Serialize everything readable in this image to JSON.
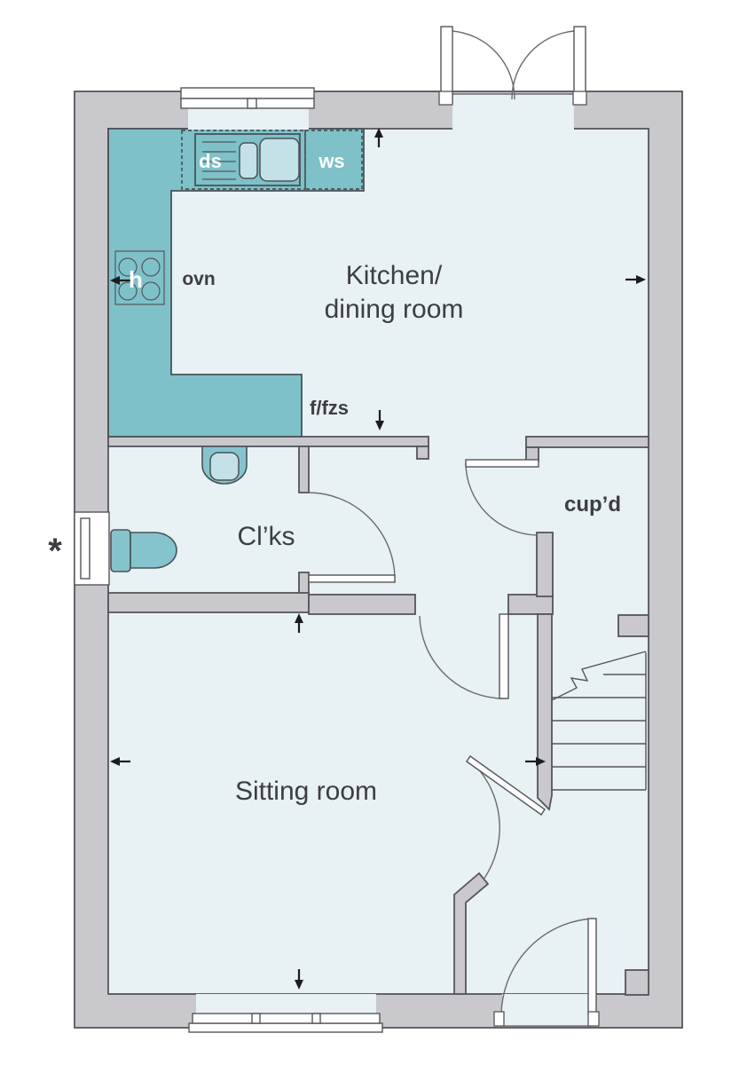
{
  "floorplan": {
    "rooms": {
      "kitchen_dining": {
        "line1": "Kitchen/",
        "line2": "dining room"
      },
      "sitting_room": {
        "label": "Sitting room"
      },
      "cloakroom": {
        "label": "Cl’ks"
      },
      "cupboard": {
        "label": "cup’d"
      }
    },
    "fixture_labels": {
      "drainer_sink": "ds",
      "worktop_space": "ws",
      "oven": "ovn",
      "hob": "h",
      "fridge_freezer_space": "f/fzs"
    },
    "symbols": {
      "window_marker": "*"
    },
    "colors": {
      "wall_fill": "#c9c9cd",
      "wall_outline": "#55555a",
      "floor_fill": "#e8f1f4",
      "counter_fill": "#7ec1c9",
      "fixture_light_fill": "#c3e1e6",
      "label_color": "#3d3e44",
      "counter_label_color": "#ffffff",
      "arrow_color": "#1c1c1f"
    }
  }
}
